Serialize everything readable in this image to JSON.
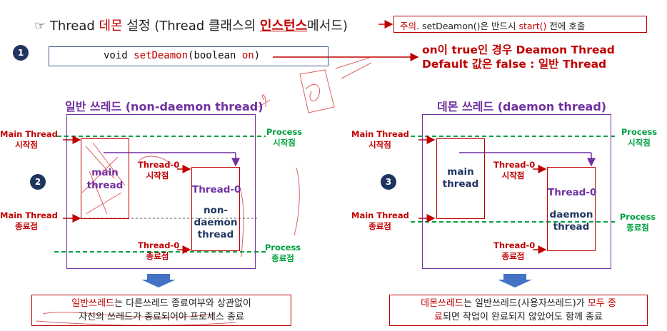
{
  "title": {
    "icon": "pointing-hand-icon",
    "part1": "Thread ",
    "part2": "데몬",
    "part3": " 설정 (Thread 클래스의 ",
    "part4": "인스턴스",
    "part5": "메서드)"
  },
  "note": {
    "part1": "주의",
    "part2": ". setDeamon()은  반드시 ",
    "part3": "start()",
    "part4": " 전에 호출"
  },
  "step1": {
    "badge": "1",
    "code_prefix": "void ",
    "code_method": "setDeamon",
    "code_mid": "(boolean ",
    "code_param": "on",
    "code_suffix": ")"
  },
  "info": {
    "line1": "on이 true인 경우 Deamon Thread",
    "line2": "Default 값은 false : 일반 Thread"
  },
  "left": {
    "badge": "2",
    "title": "일반 쓰레드 (non-daemon thread)",
    "main_start": [
      "Main Thread",
      "시작점"
    ],
    "main_end": [
      "Main Thread",
      "종료점"
    ],
    "process_start": [
      "Process",
      "시작점"
    ],
    "process_end": [
      "Process",
      "종료점"
    ],
    "main_box": [
      "main",
      "thread"
    ],
    "t0_start": [
      "Thread-0",
      "시작점"
    ],
    "t0_end": [
      "Thread-0",
      "종료점"
    ],
    "t0_box_title": "Thread-0",
    "t0_box_text": [
      "non-",
      "daemon",
      "thread"
    ],
    "bottom": {
      "red1": "일반쓰레드",
      "t1": "는 다른쓰레드 종료여부와 상관없이",
      "t2": "자신의 쓰레드가 종료되어야 프로세스 종료"
    }
  },
  "right": {
    "badge": "3",
    "title": "데몬 쓰레드 (daemon thread)",
    "main_start": [
      "Main Thread",
      "시작점"
    ],
    "main_end": [
      "Main Thread",
      "종료점"
    ],
    "process_start": [
      "Process",
      "시작점"
    ],
    "process_end": [
      "Process",
      "종료점"
    ],
    "main_box": [
      "main",
      "thread"
    ],
    "t0_start": [
      "Thread-0",
      "시작점"
    ],
    "t0_end": [
      "Thread-0",
      "종료점"
    ],
    "t0_box_title": "Thread-0",
    "t0_box_text": [
      "daemon",
      "thread"
    ],
    "bottom": {
      "red1": "데몬쓰레드",
      "t1": "는 일반쓰레드(사용자쓰레드)가 ",
      "red2": "모두 종",
      "red3": "료",
      "t2": "되면 작업이 완료되지 않았어도 함께 종료"
    }
  },
  "colors": {
    "red": "#c00000",
    "purple": "#7030a0",
    "green": "#00a040",
    "navy": "#1f3560",
    "arrow": "#4472c4"
  }
}
